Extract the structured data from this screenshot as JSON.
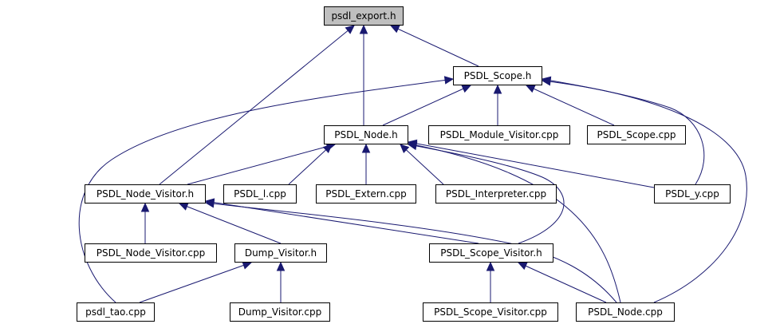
{
  "graph": {
    "nodes": {
      "psdl_export_h": "psdl_export.h",
      "psdl_scope_h": "PSDL_Scope.h",
      "psdl_node_h": "PSDL_Node.h",
      "psdl_module_visitor_cpp": "PSDL_Module_Visitor.cpp",
      "psdl_scope_cpp": "PSDL_Scope.cpp",
      "psdl_node_visitor_h": "PSDL_Node_Visitor.h",
      "psdl_l_cpp": "PSDL_l.cpp",
      "psdl_extern_cpp": "PSDL_Extern.cpp",
      "psdl_interpreter_cpp": "PSDL_Interpreter.cpp",
      "psdl_y_cpp": "PSDL_y.cpp",
      "psdl_node_visitor_cpp": "PSDL_Node_Visitor.cpp",
      "dump_visitor_h": "Dump_Visitor.h",
      "psdl_scope_visitor_h": "PSDL_Scope_Visitor.h",
      "psdl_tao_cpp": "psdl_tao.cpp",
      "dump_visitor_cpp": "Dump_Visitor.cpp",
      "psdl_scope_visitor_cpp": "PSDL_Scope_Visitor.cpp",
      "psdl_node_cpp": "PSDL_Node.cpp"
    },
    "root": "psdl_export_h",
    "edges": [
      [
        "psdl_scope_h",
        "psdl_export_h"
      ],
      [
        "psdl_node_h",
        "psdl_export_h"
      ],
      [
        "psdl_node_visitor_h",
        "psdl_export_h"
      ],
      [
        "psdl_node_h",
        "psdl_scope_h"
      ],
      [
        "psdl_module_visitor_cpp",
        "psdl_scope_h"
      ],
      [
        "psdl_scope_cpp",
        "psdl_scope_h"
      ],
      [
        "psdl_tao_cpp",
        "psdl_scope_h"
      ],
      [
        "psdl_y_cpp",
        "psdl_scope_h"
      ],
      [
        "psdl_node_cpp",
        "psdl_scope_h"
      ],
      [
        "psdl_node_visitor_h",
        "psdl_node_h"
      ],
      [
        "psdl_l_cpp",
        "psdl_node_h"
      ],
      [
        "psdl_extern_cpp",
        "psdl_node_h"
      ],
      [
        "psdl_interpreter_cpp",
        "psdl_node_h"
      ],
      [
        "psdl_y_cpp",
        "psdl_node_h"
      ],
      [
        "psdl_scope_visitor_h",
        "psdl_node_h"
      ],
      [
        "psdl_node_cpp",
        "psdl_node_h"
      ],
      [
        "psdl_node_visitor_cpp",
        "psdl_node_visitor_h"
      ],
      [
        "dump_visitor_h",
        "psdl_node_visitor_h"
      ],
      [
        "psdl_scope_visitor_h",
        "psdl_node_visitor_h"
      ],
      [
        "psdl_node_cpp",
        "psdl_node_visitor_h"
      ],
      [
        "psdl_tao_cpp",
        "dump_visitor_h"
      ],
      [
        "dump_visitor_cpp",
        "dump_visitor_h"
      ],
      [
        "psdl_scope_visitor_cpp",
        "psdl_scope_visitor_h"
      ],
      [
        "psdl_node_cpp",
        "psdl_scope_visitor_h"
      ]
    ],
    "colors": {
      "arrow": "#191970",
      "line": "#191970",
      "root_fill": "#bfbfbf",
      "box_border": "#000000"
    }
  }
}
